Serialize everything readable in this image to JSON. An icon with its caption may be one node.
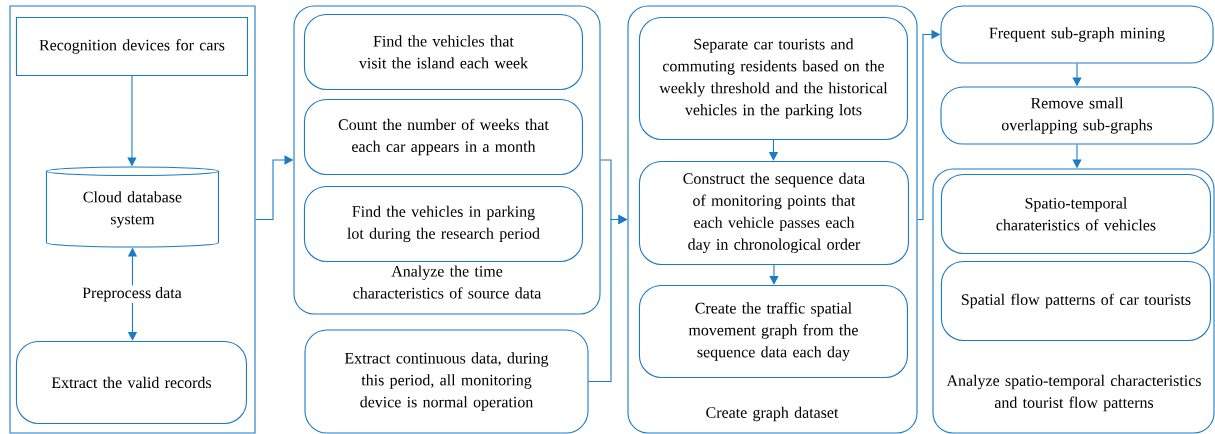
{
  "diagram": {
    "nodes": [
      {
        "text": [],
        "shape": "box"
      },
      {
        "text": [
          "Recognition devices for cars"
        ],
        "in": 0
      },
      {
        "text": [
          "Cloud database system"
        ],
        "in": 0
      },
      {
        "text": [
          "Extract the valid records"
        ],
        "in": 0
      },
      {
        "text": [
          "Analyze the time characteristics of source data"
        ]
      },
      {
        "text": [
          "Find the vehicles that visit the island each week"
        ],
        "in": 4
      },
      {
        "text": [
          "Count the number of weeks that each car appears in a month"
        ],
        "in": 4
      },
      {
        "text": [
          "Find the vehicles in parking lot during the research period"
        ],
        "in": 4
      },
      {
        "text": [
          "Extract continuous data, during this period, all monitoring device is normal operation"
        ]
      },
      {
        "text": [
          "Create graph dataset"
        ]
      },
      {
        "text": [
          "Separate car tourists and commuting residents based on the weekly threshold and the historical vehicles in the parking lots"
        ],
        "in": 9
      },
      {
        "text": [
          "Construct the sequence data of monitoring points that each vehicle passes each day in chronological order"
        ],
        "in": 9
      },
      {
        "text": [
          "Create the traffic spatial movement graph from the sequence data each day"
        ],
        "in": 9
      },
      {
        "text": [
          "Frequent sub-graph mining"
        ]
      },
      {
        "text": [
          "Remove small overlapping sub-graphs"
        ]
      },
      {
        "text": [
          "Analyze spatio-temporal characteristics and tourist flow patterns"
        ]
      },
      {
        "text": [
          "Spatio-temporal charateristics of vehicles"
        ],
        "in": 15
      },
      {
        "text": [
          "Spatial flow patterns of car tourists"
        ],
        "in": 15
      }
    ],
    "edges": [
      {
        "from": 1,
        "to": 2,
        "arrow": "to"
      },
      {
        "from": 2,
        "to": 3,
        "arrow": "both",
        "label": "Preprocess data"
      },
      {
        "from": 0,
        "to": 4,
        "arrow": "to"
      },
      {
        "from": 4,
        "to": 9,
        "arrow": "to"
      },
      {
        "from": 8,
        "to": 9,
        "arrow": "to"
      },
      {
        "from": 10,
        "to": 11,
        "arrow": "to"
      },
      {
        "from": 11,
        "to": 12,
        "arrow": "to"
      },
      {
        "from": 9,
        "to": 13,
        "arrow": "to"
      },
      {
        "from": 13,
        "to": 14,
        "arrow": "to"
      },
      {
        "from": 14,
        "to": 15,
        "arrow": "to"
      }
    ]
  }
}
